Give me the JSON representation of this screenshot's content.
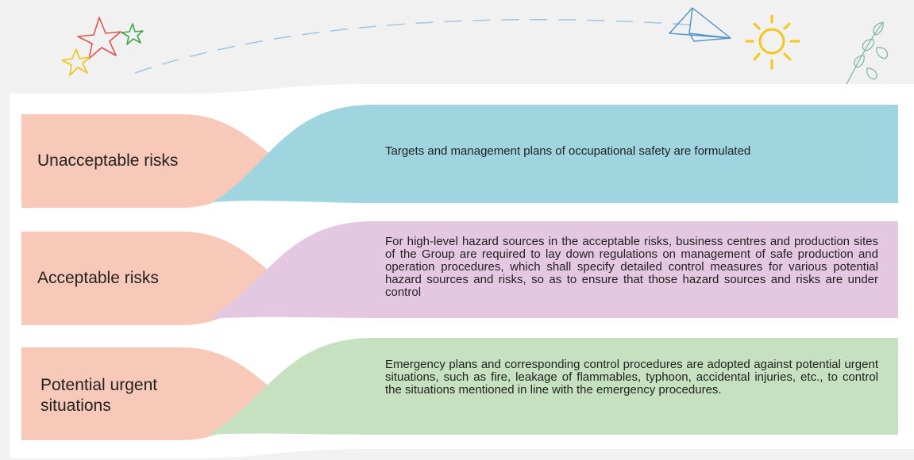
{
  "rows": [
    {
      "label": "Unacceptable risks",
      "description": "Targets and management plans of occupational safety are formulated",
      "color_left": "#f8c9b8",
      "color_right": "#9fd5de"
    },
    {
      "label": "Acceptable risks",
      "description": "For high-level hazard sources in the acceptable risks, business centres and production sites of the Group are required to lay down regulations on management of safe production and operation procedures, which shall specify detailed control measures for various potential hazard sources and risks, so as to ensure that those hazard sources and risks are under control",
      "color_left": "#f8c9b8",
      "color_right": "#e4c8e2"
    },
    {
      "label": "Potential urgent situations",
      "description": "Emergency plans and corresponding control procedures are adopted against potential urgent situations, such as fire, leakage of flammables, typhoon, accidental injuries, etc., to control the situations mentioned in line with the emergency procedures.",
      "color_left": "#f8c9b8",
      "color_right": "#c5e1c0"
    }
  ],
  "decorations": [
    "star-icon",
    "star-icon",
    "star-icon",
    "paper-plane-icon",
    "sun-icon",
    "leaf-icon"
  ]
}
